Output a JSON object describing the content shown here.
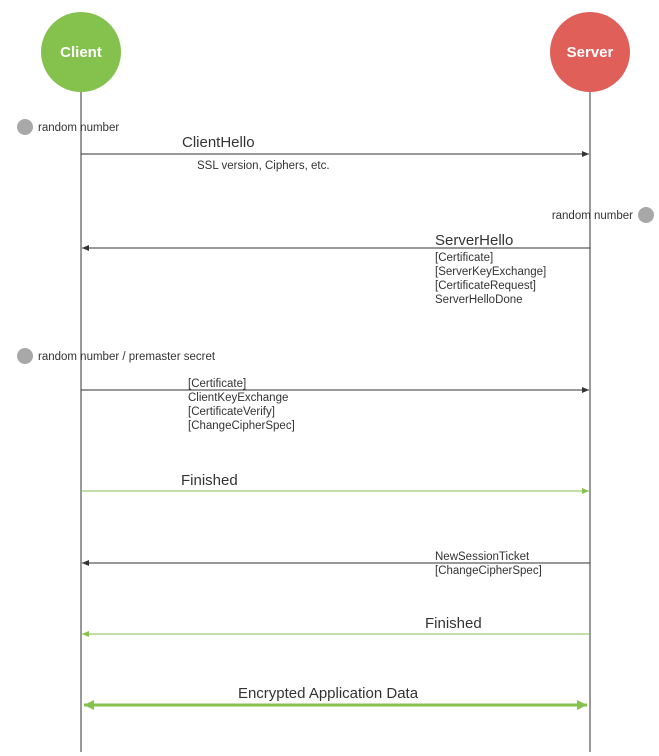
{
  "colors": {
    "client": "#84c14d",
    "server": "#e05f59",
    "marker": "#a8a8a8",
    "line": "#333333",
    "encrypted": "#84c14d",
    "background": "#ffffff"
  },
  "participants": {
    "client": "Client",
    "server": "Server"
  },
  "random_markers": {
    "client_random": "random number",
    "server_random": "random number",
    "client_premaster": "random number / premaster secret"
  },
  "messages": {
    "client_hello": {
      "title": "ClientHello",
      "detail": "SSL version, Ciphers, etc."
    },
    "server_hello": {
      "title": "ServerHello",
      "lines": [
        "[Certificate]",
        "[ServerKeyExchange]",
        "[CertificateRequest]",
        "ServerHelloDone"
      ]
    },
    "client_key_exchange": {
      "lines": [
        "[Certificate]",
        "ClientKeyExchange",
        "[CertificateVerify]",
        "[ChangeCipherSpec]"
      ]
    },
    "client_finished": {
      "title": "Finished"
    },
    "new_session_ticket": {
      "lines": [
        "NewSessionTicket",
        "[ChangeCipherSpec]"
      ]
    },
    "server_finished": {
      "title": "Finished"
    },
    "application_data": {
      "title": "Encrypted Application Data"
    }
  }
}
